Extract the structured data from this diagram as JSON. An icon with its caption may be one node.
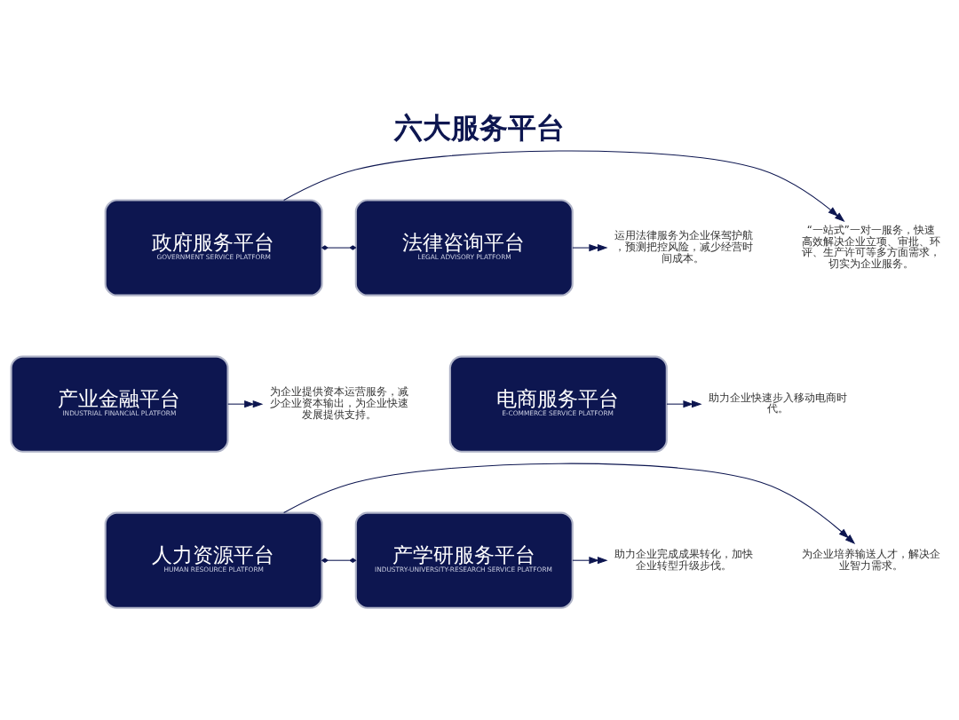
{
  "diagram": {
    "title": "六大服务平台",
    "nodes": [
      {
        "text": [
          "“一站式”一对一服务，快速高效解决企业立项、审批、环评、生产许可等多方面需求，切实为企业服务。"
        ]
      },
      {
        "text": [
          "政府服务平台",
          "GOVERNMENT SERVICE PLATFORM"
        ]
      },
      {
        "text": [
          "法律咨询平台",
          "LEGAL ADVISORY PLATFORM"
        ]
      },
      {
        "text": [
          "运用法律服务为企业保驾护航，预测把控风险，减少经营时间成本。"
        ]
      },
      {
        "text": [
          "为企业提供资本运营服务，减少企业资本输出，为企业快速发展提供支持。"
        ]
      },
      {
        "text": [
          "产业金融平台",
          "INDUSTRIAL FINANCIAL PLATFORM"
        ]
      },
      {
        "text": [
          "电商服务平台",
          "E-COMMERCE SERVICE PLATFORM"
        ]
      },
      {
        "text": [
          "助力企业快速步入移动电商时代。"
        ]
      },
      {
        "text": [
          "为企业培养输送人才，解决企业智力需求。"
        ]
      },
      {
        "text": [
          "人力资源平台",
          "HUMAN RESOURCE PLATFORM"
        ]
      },
      {
        "text": [
          "产学研服务平台",
          "INDUSTRY-UNIVERSITY-RESEARCH SERVICE PLATFORM"
        ]
      },
      {
        "text": [
          "助力企业完成成果转化，加快企业转型升级步伐。"
        ]
      }
    ],
    "edges": [
      {
        "from": 1,
        "to": 2,
        "arrow": "other"
      },
      {
        "from": 1,
        "to": 0,
        "arrow": "to"
      },
      {
        "from": 2,
        "to": 3,
        "arrow": "to"
      },
      {
        "from": 5,
        "to": 4,
        "arrow": "to"
      },
      {
        "from": 6,
        "to": 7,
        "arrow": "to"
      },
      {
        "from": 9,
        "to": 8,
        "arrow": "to"
      },
      {
        "from": 10,
        "to": 11,
        "arrow": "to"
      },
      {
        "from": 9,
        "to": 10,
        "arrow": "other"
      }
    ]
  }
}
